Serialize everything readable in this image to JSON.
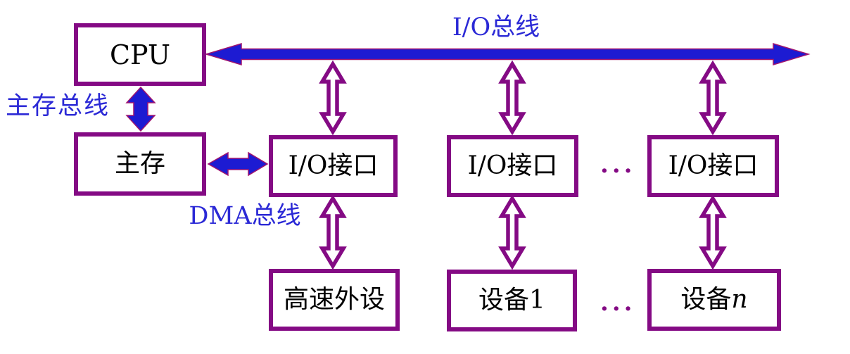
{
  "colors": {
    "box_border": "#840a84",
    "bus_blue": "#1d1bd2",
    "label_blue": "#2b29d6",
    "arrow_outline": "#a1146e",
    "background": "#ffffff",
    "text": "#000000"
  },
  "nodes": {
    "cpu": "CPU",
    "main_memory": "主存",
    "io_interface_1": "I/O接口",
    "io_interface_2": "I/O接口",
    "io_interface_3": "I/O接口",
    "high_speed_peripheral": "高速外设",
    "device_1": "设备1",
    "device_n_prefix": "设备",
    "device_n_suffix": "n"
  },
  "labels": {
    "io_bus": "I/O总线",
    "memory_bus": "主存总线",
    "dma_bus": "DMA总线"
  },
  "ellipsis": {
    "interfaces": "···",
    "devices": "···"
  }
}
